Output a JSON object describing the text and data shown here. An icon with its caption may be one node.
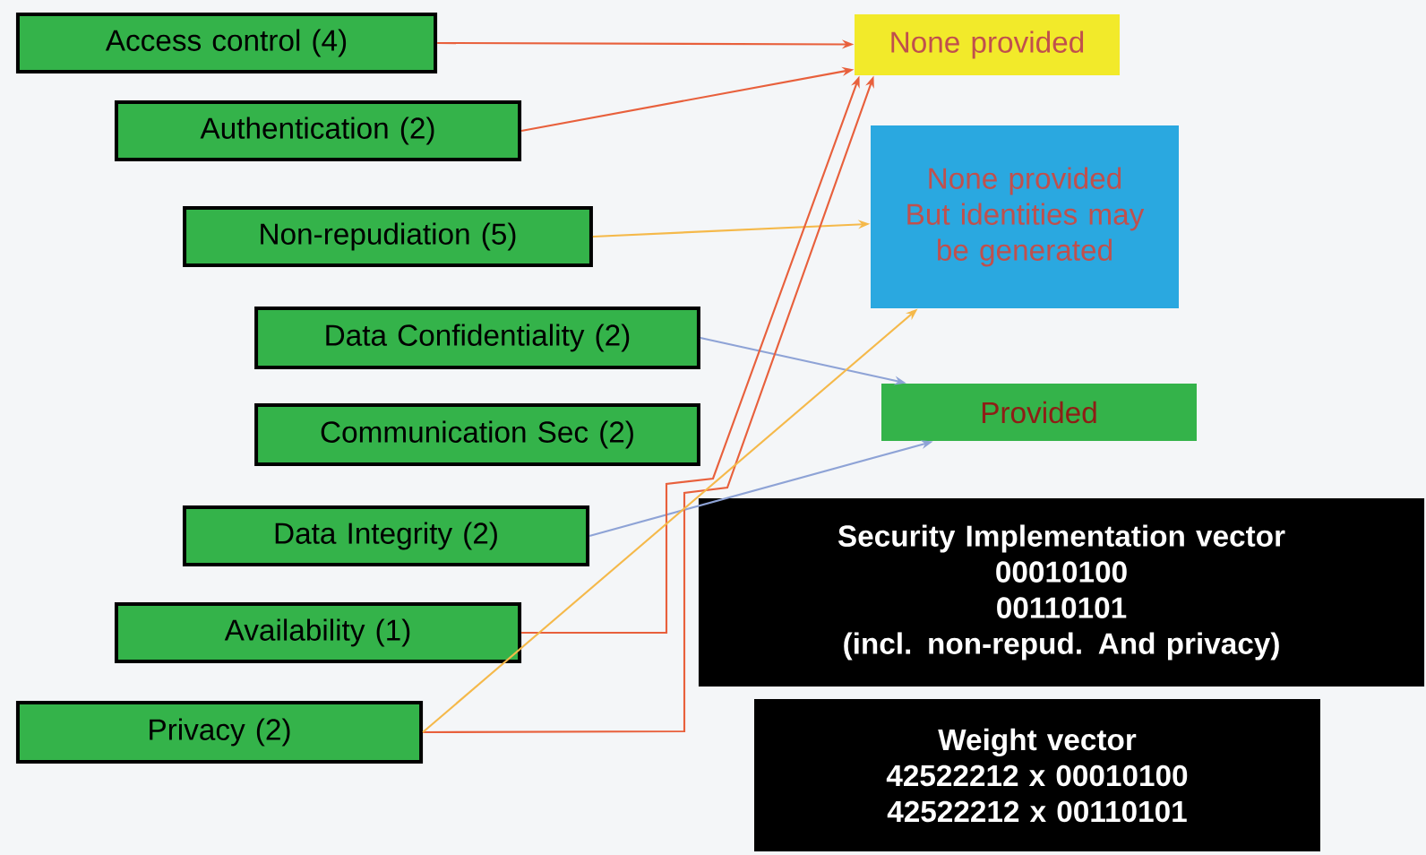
{
  "diagram": {
    "nodes": [
      {
        "text": [
          "Access control (4)"
        ]
      },
      {
        "text": [
          "Authentication (2)"
        ]
      },
      {
        "text": [
          "Non-repudiation (5)"
        ]
      },
      {
        "text": [
          "Data Confidentiality (2)"
        ]
      },
      {
        "text": [
          "Communication Sec (2)"
        ]
      },
      {
        "text": [
          "Data Integrity (2)"
        ]
      },
      {
        "text": [
          "Availability (1)"
        ]
      },
      {
        "text": [
          "Privacy (2)"
        ]
      },
      {
        "text": [
          "None provided"
        ]
      },
      {
        "text": [
          "None provided But identities may be generated"
        ]
      },
      {
        "text": [
          "Provided"
        ]
      },
      {
        "text": [
          "Security Implementation vector",
          "00010100",
          "00110101",
          "(incl. non-repud. And privacy)"
        ]
      },
      {
        "text": [
          "Weight vector",
          "42522212 x 00010100",
          "42522212 x 00110101"
        ]
      }
    ],
    "edges": [
      {
        "from": 0,
        "to": 8,
        "arrow": "to"
      },
      {
        "from": 1,
        "to": 8,
        "arrow": "to"
      },
      {
        "from": 2,
        "to": 9,
        "arrow": "to",
        "color": "#f5b94a"
      },
      {
        "from": 3,
        "to": 10,
        "arrow": "to",
        "color": "#8ea3d6"
      },
      {
        "from": 5,
        "to": 10,
        "arrow": "to",
        "color": "#8ea3d6"
      },
      {
        "from": 6,
        "to": 8,
        "arrow": "to"
      },
      {
        "from": 7,
        "to": 8,
        "arrow": "to"
      },
      {
        "from": 7,
        "to": 9,
        "arrow": "to",
        "color": "#f5b94a"
      }
    ]
  }
}
